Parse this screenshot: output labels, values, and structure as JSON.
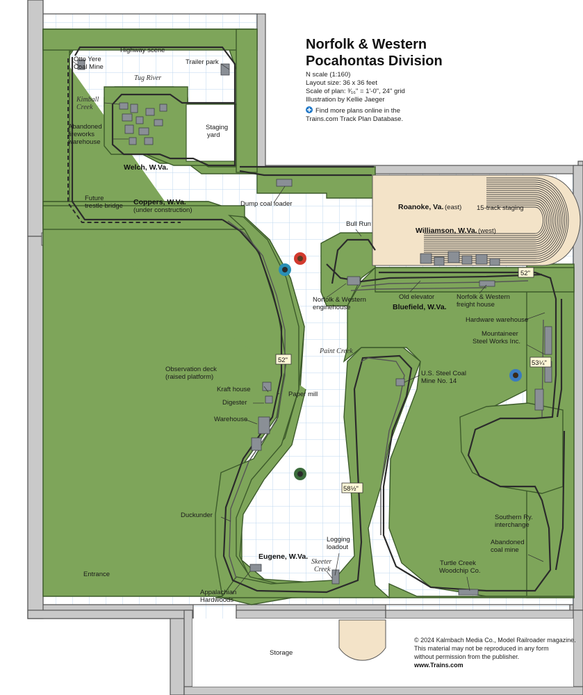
{
  "title": {
    "line1": "Norfolk & Western",
    "line2": "Pocahontas Division"
  },
  "info": {
    "scale": "N scale (1:160)",
    "size": "Layout size: 36 x 36 feet",
    "plan_scale": "Scale of plan: ³⁄₁₆\" = 1'-0\", 24\" grid",
    "illustration": "Illustration by Kellie Jaeger",
    "more_plans_1": "Find more plans online in the",
    "more_plans_2": "Trains.com Track Plan Database."
  },
  "towns": {
    "welch": "Welch, W.Va.",
    "coppers": "Coppers, W.Va.",
    "coppers_note": "(under construction)",
    "roanoke": "Roanoke, Va.",
    "roanoke_note": "(east)",
    "williamson": "Williamson, W.Va.",
    "williamson_note": "(west)",
    "bluefield": "Bluefield, W.Va.",
    "eugene": "Eugene, W.Va."
  },
  "labels": {
    "otto_1": "Otto Yere",
    "otto_2": "Coal Mine",
    "highway": "Highway scene",
    "trailer_park": "Trailer park",
    "tug_river": "Tug River",
    "kimball_1": "Kimball",
    "kimball_2": "Creek",
    "fireworks_1": "Abandoned",
    "fireworks_2": "fireworks",
    "fireworks_3": "warehouse",
    "staging_yard_1": "Staging",
    "staging_yard_2": "yard",
    "trestle_1": "Future",
    "trestle_2": "trestle bridge",
    "dump_loader": "Dump coal loader",
    "staging_15": "15-track staging",
    "bull_run": "Bull Run",
    "enginehouse_1": "Norfolk & Western",
    "enginehouse_2": "enginehouse",
    "old_elevator": "Old elevator",
    "freight_1": "Norfolk & Western",
    "freight_2": "freight house",
    "hardware": "Hardware warehouse",
    "steel_1": "Mountaineer",
    "steel_2": "Steel Works Inc.",
    "paint_creek": "Paint Creek",
    "ussteel_1": "U.S. Steel Coal",
    "ussteel_2": "Mine No. 14",
    "obs_1": "Observation deck",
    "obs_2": "(raised platform)",
    "kraft": "Kraft house",
    "digester": "Digester",
    "paper_mill": "Paper mill",
    "warehouse": "Warehouse",
    "duckunder": "Duckunder",
    "logging_1": "Logging",
    "logging_2": "loadout",
    "skeeter_1": "Skeeter",
    "skeeter_2": "Creek",
    "appalachian_1": "Appalachian",
    "appalachian_2": "Hardwoods",
    "turtle_1": "Turtle Creek",
    "turtle_2": "Woodchip Co.",
    "southern_1": "Southern Ry.",
    "southern_2": "interchange",
    "abandoned_mine_1": "Abandoned",
    "abandoned_mine_2": "coal mine",
    "entrance": "Entrance",
    "storage": "Storage"
  },
  "grades": {
    "g1": "52\"",
    "g2": "52\"",
    "g3": "53¼\"",
    "g4": "58½\""
  },
  "copyright": {
    "line1": "© 2024 Kalmbach Media Co., Model Railroader magazine.",
    "line2": "This material may not be reproduced in any form",
    "line3": "without permission from the publisher.",
    "line4": "www.Trains.com"
  },
  "colors": {
    "benchwork": "#7ea55a",
    "walls": "#c9c9c9",
    "grid": "#bcd7ef",
    "staging": "#f3e3c8",
    "info_icon": "#1f78c8"
  }
}
